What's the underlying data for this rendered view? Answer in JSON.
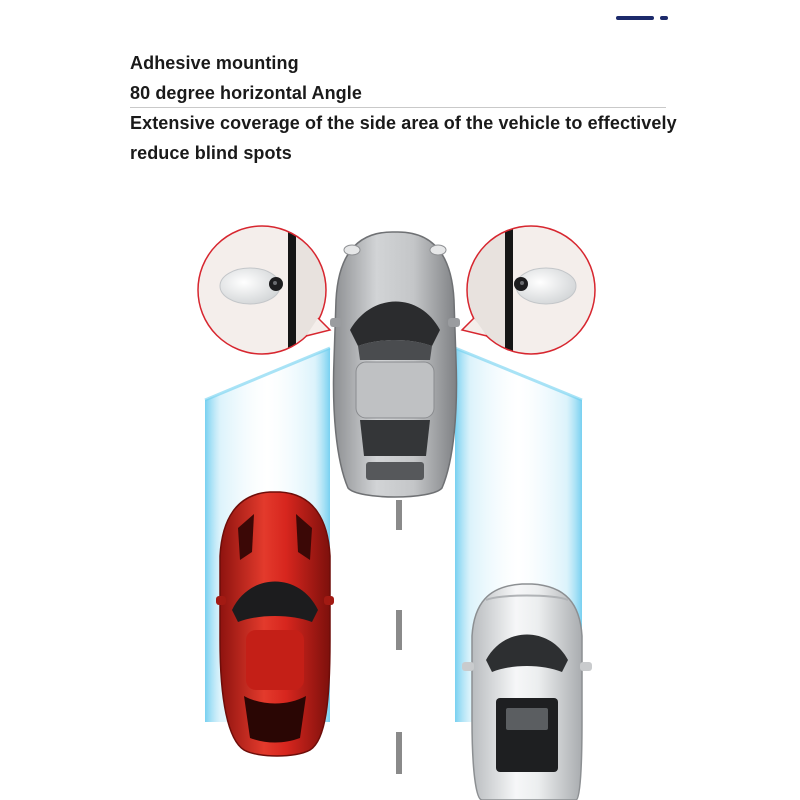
{
  "header": {
    "features": [
      "Adhesive mounting",
      "80 degree horizontal Angle",
      "Extensive coverage of the side area of the vehicle to effectively",
      "reduce blind spots"
    ]
  },
  "illustration": {
    "colors": {
      "coverage_beam": "#7fd6f2",
      "callout_border": "#d7262f",
      "red_car": "#d7261e",
      "silver_car": "#b3b5b7",
      "white_car": "#eceeef",
      "lane_mark": "#8a8a8a"
    }
  }
}
